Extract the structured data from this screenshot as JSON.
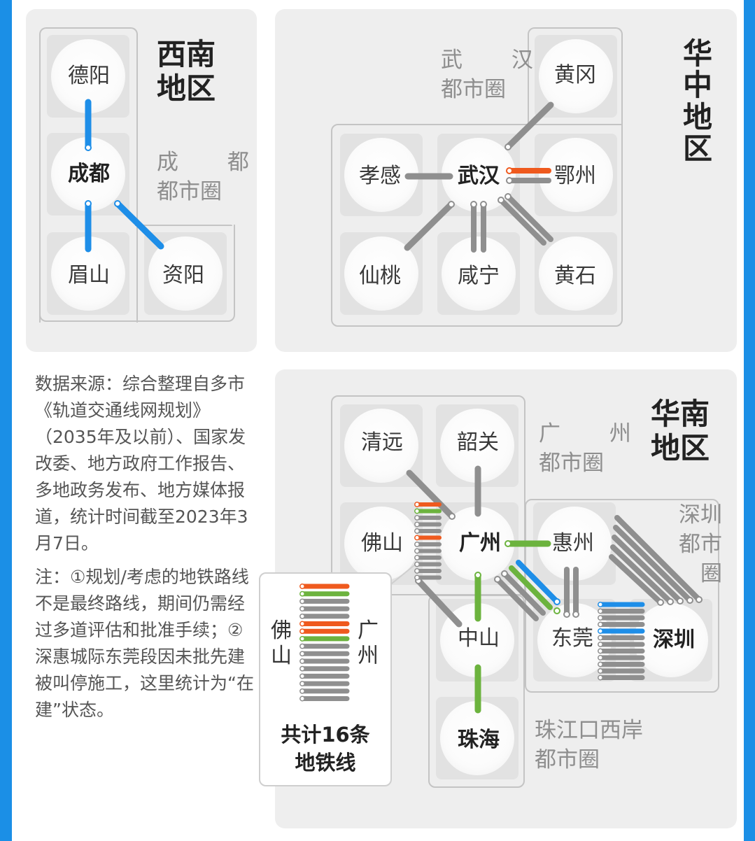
{
  "colors": {
    "accent_blue": "#1b8fe6",
    "line_orange": "#ef5a1e",
    "line_green": "#6cb33e",
    "line_blue": "#1e8ee8",
    "line_gray": "#8f8f8f"
  },
  "southwest": {
    "region": "西南地区",
    "metro": [
      "成 都",
      "都市圈"
    ],
    "cities": {
      "deyang": "德阳",
      "chengdu": "成都",
      "meishan": "眉山",
      "ziyang": "资阳"
    }
  },
  "central": {
    "region": "华中地区",
    "metro": [
      "武 汉",
      "都市圈"
    ],
    "cities": {
      "huanggang": "黄冈",
      "xiaogan": "孝感",
      "wuhan": "武汉",
      "ezhou": "鄂州",
      "xiantao": "仙桃",
      "xianning": "咸宁",
      "huangshi": "黄石"
    }
  },
  "south": {
    "region": "华南地区",
    "metro_gz": [
      "广 州",
      "都市圈"
    ],
    "metro_sz": [
      "深圳",
      "都市",
      "圈"
    ],
    "metro_prd": [
      "珠江口西岸",
      "都市圈"
    ],
    "cities": {
      "qingyuan": "清远",
      "shaoguan": "韶关",
      "foshan": "佛山",
      "guangzhou": "广州",
      "huizhou": "惠州",
      "zhongshan": "中山",
      "dongguan": "东莞",
      "shenzhen": "深圳",
      "zhuhai": "珠海"
    }
  },
  "callout": {
    "left": "佛山",
    "right": "广州",
    "total_line1": "共计16条",
    "total_line2": "地铁线"
  },
  "notes": {
    "source": "数据来源：综合整理自多市《轨道交通线网规划》（2035年及以前）、国家发改委、地方政府工作报告、多地政务发布、地方媒体报道，统计时间截至2023年3月7日。",
    "remark": "注：①规划/考虑的地铁路线不是最终路线，期间仍需经过多道评估和批准手续；②深惠城际东莞段因未批先建被叫停施工，这里统计为“在建”状态。"
  },
  "stacks": {
    "foshan_guangzhou": [
      "orange",
      "green",
      "gray",
      "gray",
      "gray",
      "orange",
      "gray",
      "gray",
      "gray",
      "gray",
      "gray",
      "gray"
    ],
    "callout": [
      "orange",
      "green",
      "gray",
      "gray",
      "gray",
      "orange",
      "orange",
      "green",
      "gray",
      "gray",
      "gray",
      "gray",
      "gray",
      "gray",
      "gray",
      "gray"
    ],
    "dongguan_shenzhen": [
      "blue",
      "gray",
      "gray",
      "gray",
      "blue",
      "gray",
      "gray",
      "gray",
      "gray",
      "gray",
      "gray",
      "gray"
    ]
  }
}
